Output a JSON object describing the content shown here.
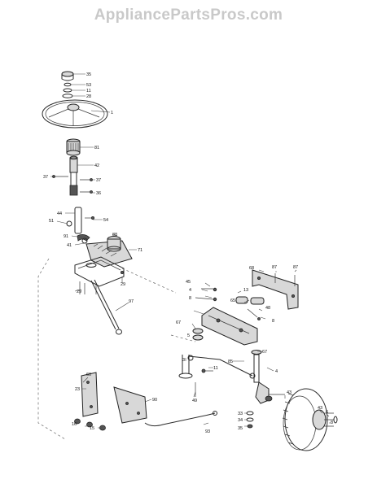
{
  "watermark": "AppliancePartsPros.com",
  "callouts": {
    "c35a": "35",
    "c53": "53",
    "c11a": "11",
    "c28": "28",
    "c1": "1",
    "c81": "81",
    "c42": "42",
    "c37a": "37",
    "c37b": "37",
    "c36": "36",
    "c44": "44",
    "c51": "51",
    "c54": "54",
    "c91": "91",
    "c41": "41",
    "c88": "88",
    "c71": "71",
    "c29a": "29",
    "c29b": "29",
    "c97": "97",
    "c68": "68",
    "c87a": "87",
    "c87b": "87",
    "c45": "45",
    "c4a": "4",
    "c8a": "8",
    "c13": "13",
    "c65": "65",
    "c48": "48",
    "c8b": "8",
    "c67a": "67",
    "c5": "5",
    "c67b": "67",
    "c3": "3",
    "c11b": "11",
    "c85": "85",
    "c4b": "4",
    "c43a": "43",
    "c60": "60",
    "c23": "23",
    "c90": "90",
    "c49": "49",
    "c16": "16",
    "c15": "15",
    "c33": "33",
    "c34": "34",
    "c35b": "35",
    "c93": "93",
    "c43b": "43",
    "c6": "6",
    "c8c": "8"
  }
}
